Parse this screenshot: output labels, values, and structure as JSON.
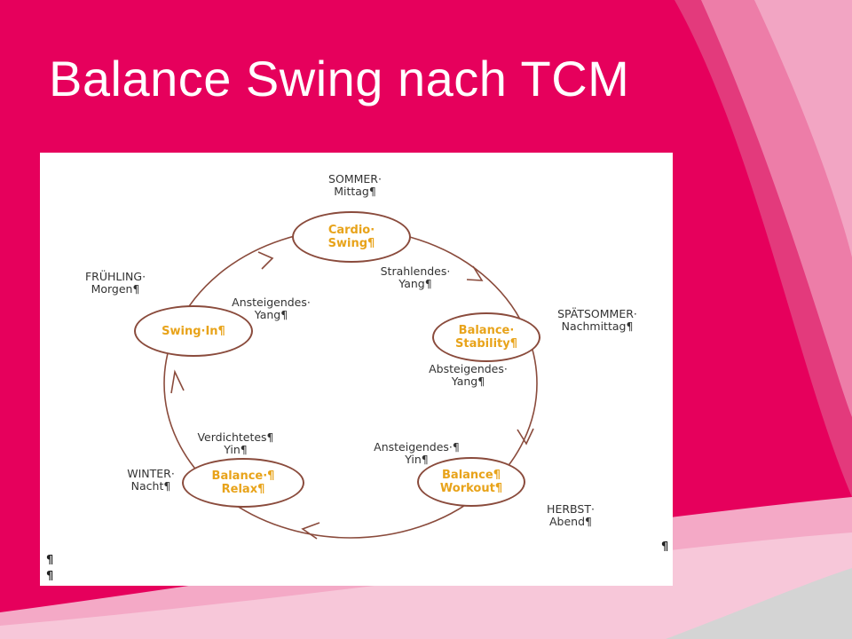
{
  "slide": {
    "title": "Balance Swing nach TCM",
    "colors": {
      "background": "#e6005c",
      "node_text": "#e8a31a",
      "line": "#8a4b3c"
    }
  },
  "nodes": {
    "cardio": [
      "Cardio·",
      "Swing¶"
    ],
    "stability": [
      "Balance·",
      "Stability¶"
    ],
    "workout": [
      "Balance¶",
      "Workout¶"
    ],
    "relax": [
      "Balance·¶",
      "Relax¶"
    ],
    "swingin": [
      "Swing·In¶"
    ]
  },
  "seasons": {
    "sommer": [
      "SOMMER·",
      "Mittag¶"
    ],
    "spaetsommer": [
      "SPÄTSOMMER·",
      "Nachmittag¶"
    ],
    "herbst": [
      "HERBST·",
      "Abend¶"
    ],
    "winter": [
      "WINTER·",
      "Nacht¶"
    ],
    "fruehling": [
      "FRÜHLING·",
      "Morgen¶"
    ]
  },
  "transitions": {
    "strahlendes": [
      "Strahlendes·",
      "Yang¶"
    ],
    "absteigendes": [
      "Absteigendes·",
      "Yang¶"
    ],
    "ansteigendes_yin": [
      "Ansteigendes·¶",
      "Yin¶"
    ],
    "verdichtetes": [
      "Verdichtetes¶",
      "Yin¶"
    ],
    "ansteigendes_yang": [
      "Ansteigendes·",
      "Yang¶"
    ]
  },
  "marks": {
    "pilcrow": "¶"
  }
}
